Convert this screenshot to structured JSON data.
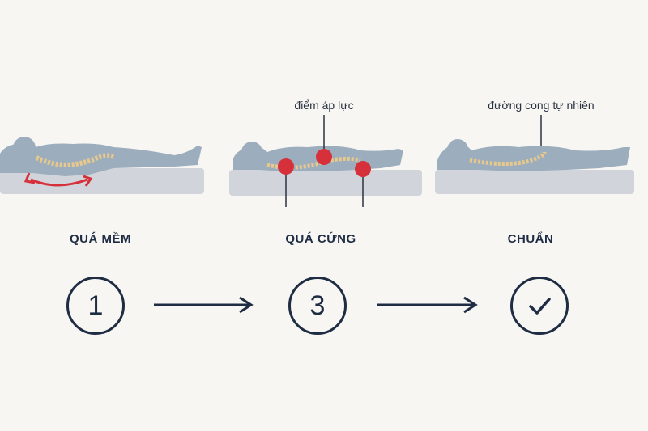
{
  "panels": [
    {
      "label": "QUÁ MỀM",
      "annotation": ""
    },
    {
      "label": "QUÁ CỨNG",
      "annotation": "điểm áp lực"
    },
    {
      "label": "CHUẨN",
      "annotation": "đường cong tự nhiên"
    }
  ],
  "steps": [
    {
      "text": "1"
    },
    {
      "text": "3"
    },
    {
      "icon": "check-icon"
    }
  ],
  "colors": {
    "background": "#f7f6f2",
    "body": "#9cadbd",
    "mattress": "#d1d5db",
    "spine": "#e9c98a",
    "pressure": "#d6303a",
    "ink": "#1f2d44"
  }
}
